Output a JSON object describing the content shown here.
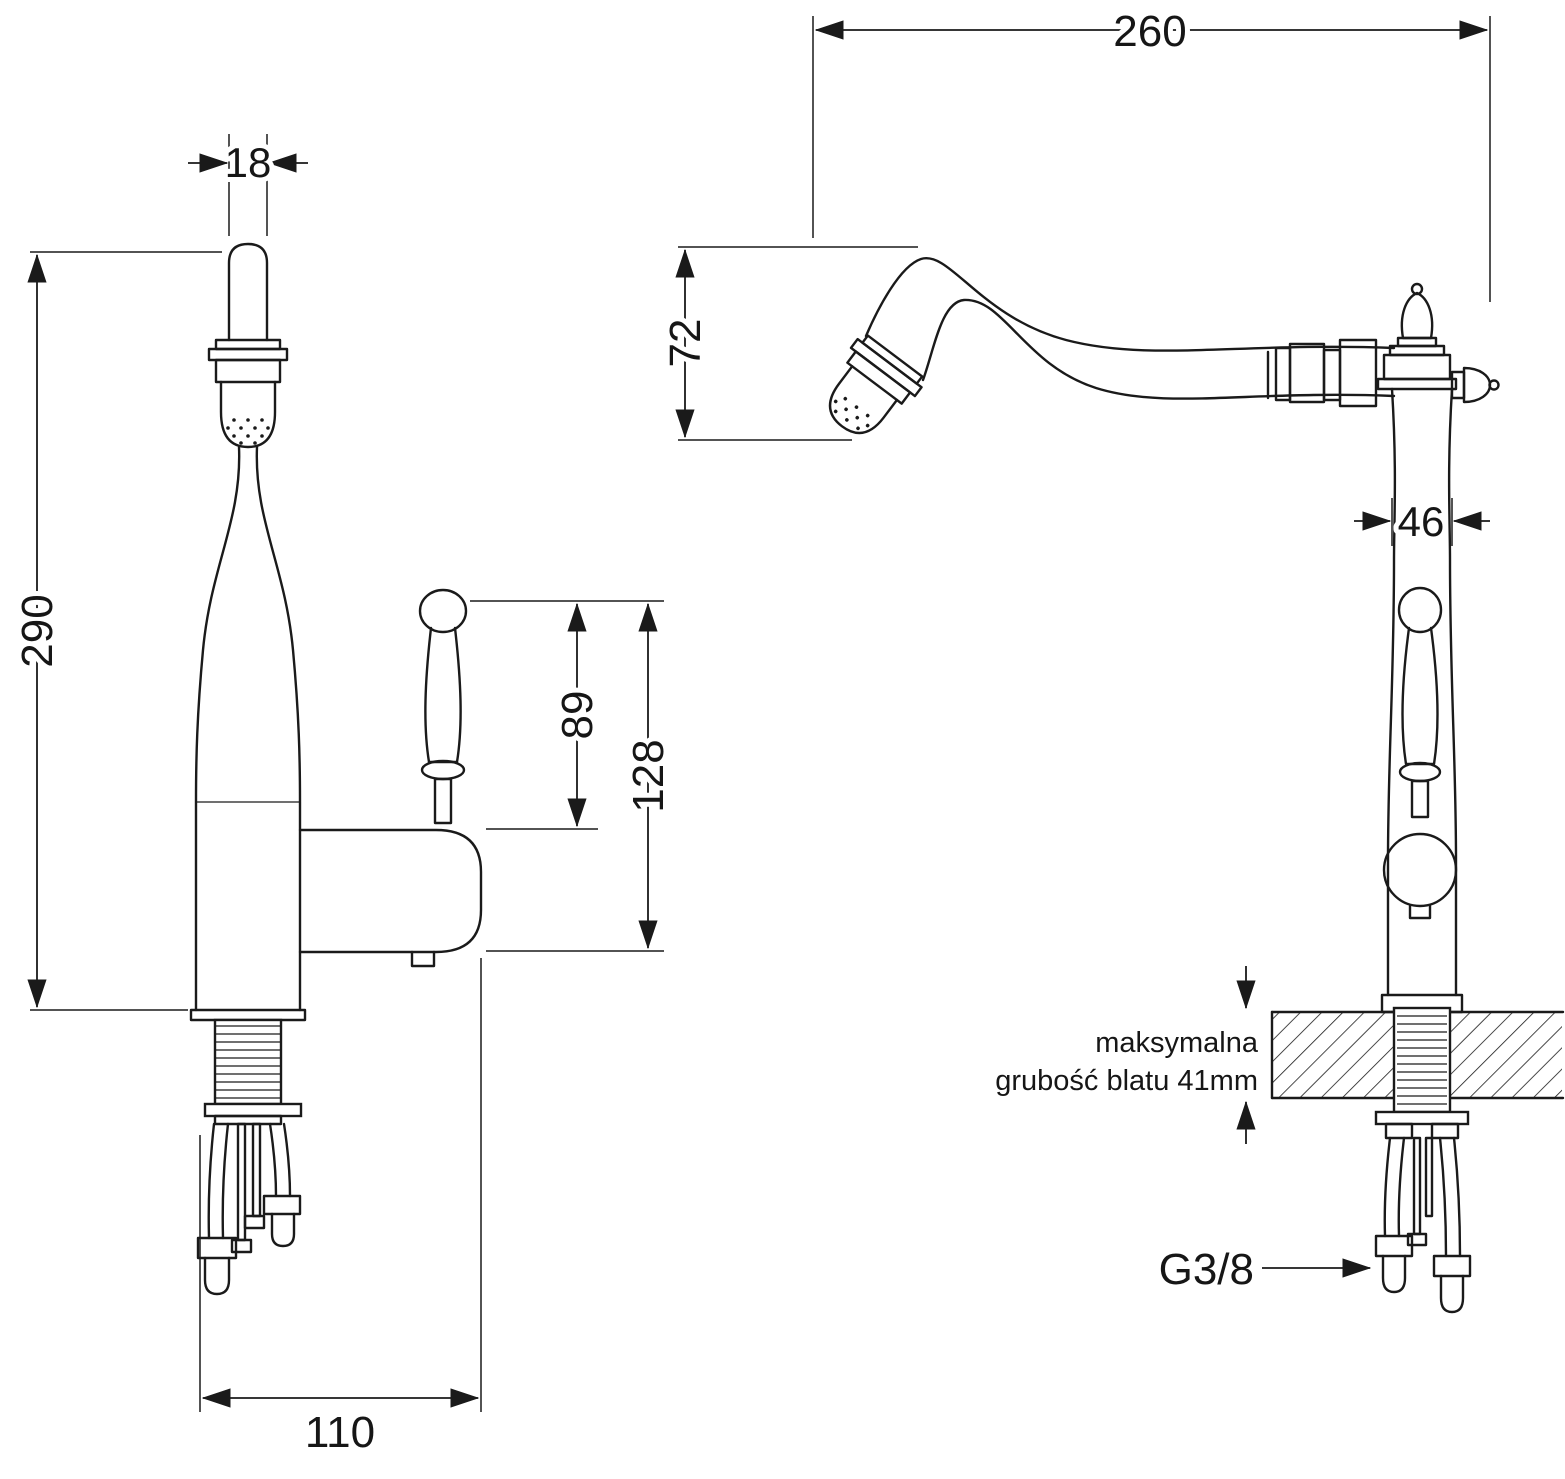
{
  "meta": {
    "colors": {
      "ink": "#1a1a1a",
      "background": "#ffffff"
    }
  },
  "left_view": {
    "dims": {
      "spout_pipe_width": "18",
      "total_height": "290",
      "handle_height": "89",
      "handle_overall_height": "128",
      "base_depth": "110"
    }
  },
  "right_view": {
    "dims": {
      "spout_reach": "260",
      "spout_drop": "72",
      "body_width": "46"
    },
    "countertop_note_line1": "maksymalna",
    "countertop_note_line2": "grubość blatu 41mm",
    "thread_label": "G3/8"
  }
}
